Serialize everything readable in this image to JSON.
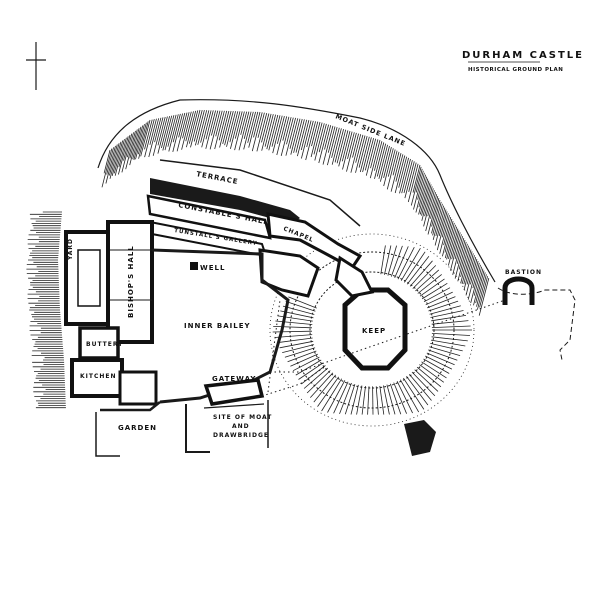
{
  "title": "DURHAM CASTLE",
  "subtitle": "HISTORICAL GROUND PLAN",
  "labels": {
    "moat_side_lane": "MOAT SIDE LANE",
    "terrace": "TERRACE",
    "constables_hall": "CONSTABLE'S HALL",
    "tunstalls_gallery": "TUNSTALL'S GALLERY",
    "chapel": "CHAPEL",
    "well": "WELL",
    "bishops_hall": "BISHOP'S HALL",
    "yard": "YARD",
    "buttery": "BUTTERY",
    "kitchen": "KITCHEN",
    "inner_bailey": "INNER BAILEY",
    "gateway": "GATEWAY",
    "site_of_moat_line1": "SITE OF MOAT",
    "site_of_moat_line2": "AND",
    "site_of_moat_line3": "DRAWBRIDGE",
    "garden": "GARDEN",
    "keep": "KEEP",
    "bastion": "BASTION"
  }
}
